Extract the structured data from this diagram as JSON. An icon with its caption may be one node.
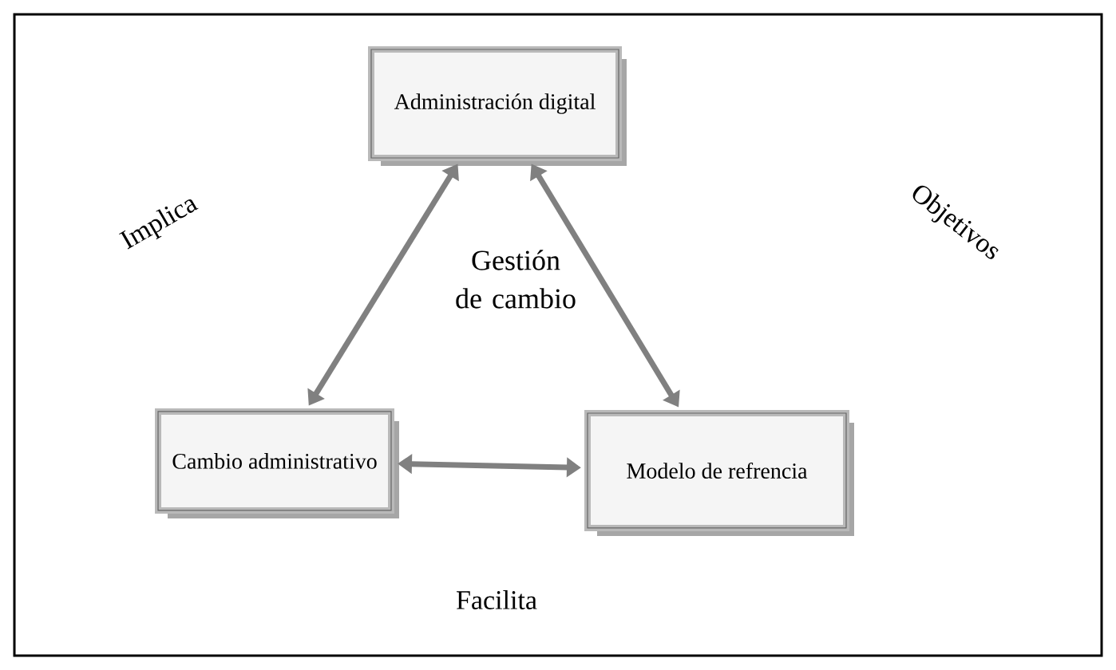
{
  "diagram": {
    "nodes": [
      {
        "text": [
          "Administración digital"
        ]
      },
      {
        "text": [
          "Cambio administrativo"
        ]
      },
      {
        "text": [
          "Modelo de refrencia"
        ]
      }
    ],
    "edges": [
      {
        "from": 0,
        "to": 1,
        "arrow": "both"
      },
      {
        "from": 0,
        "to": 2,
        "arrow": "both"
      },
      {
        "from": 1,
        "to": 2,
        "arrow": "both"
      }
    ],
    "labels": [
      "Implica",
      "Objetivos",
      "Gestión de cambio",
      "Facilita"
    ]
  }
}
